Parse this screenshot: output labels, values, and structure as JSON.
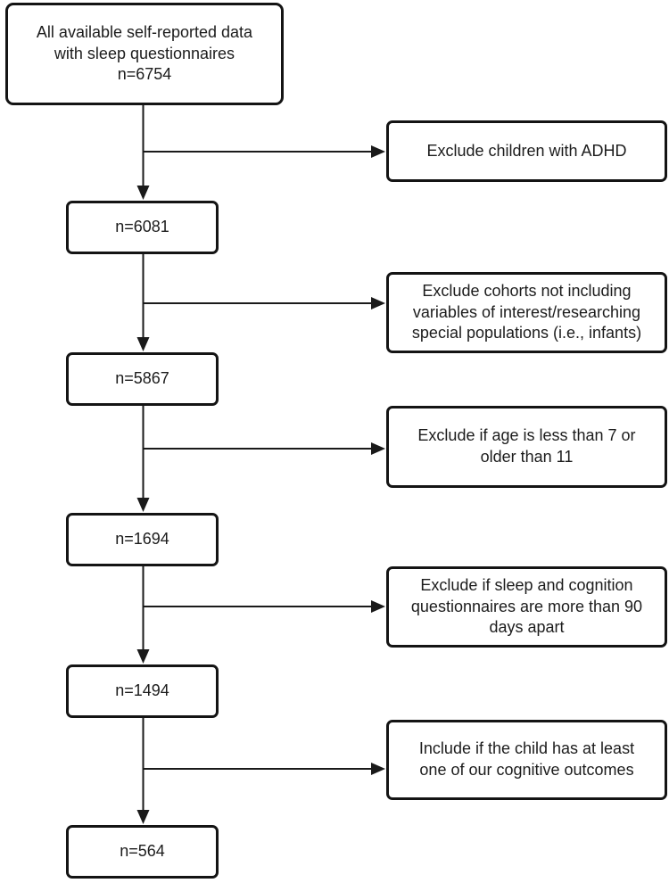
{
  "diagram": {
    "type": "flowchart",
    "description": "Participant selection flow diagram",
    "colors": {
      "box_border": "#141414",
      "box_fill": "#ffffff",
      "text": "#1c1c1c",
      "arrow": "#1a1a1a"
    },
    "start": {
      "label": "All available self-reported data\nwith sleep questionnaires\nn=6754"
    },
    "steps": [
      {
        "criterion": "Exclude children with ADHD",
        "result": "n=6081"
      },
      {
        "criterion": "Exclude cohorts not including\nvariables of interest/researching\nspecial populations (i.e., infants)",
        "result": "n=5867"
      },
      {
        "criterion": "Exclude if age is less than 7 or\nolder than 11",
        "result": "n=1694"
      },
      {
        "criterion": "Exclude if sleep and cognition\nquestionnaires are more than 90\ndays apart",
        "result": "n=1494"
      },
      {
        "criterion": "Include if the child has at least\none of our cognitive outcomes",
        "result": "n=564"
      }
    ]
  }
}
